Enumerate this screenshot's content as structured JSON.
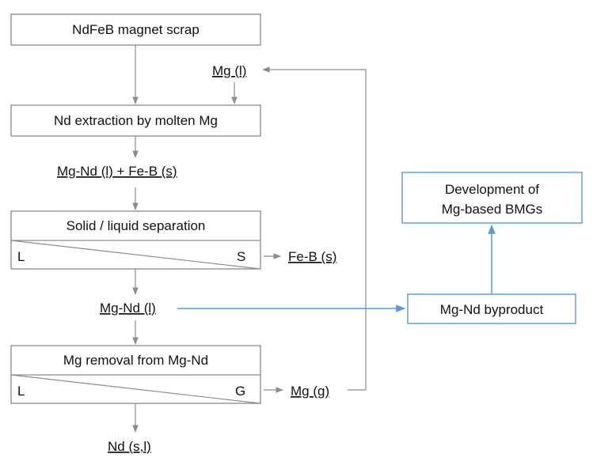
{
  "process": {
    "scrap": "NdFeB magnet scrap",
    "extraction": "Nd extraction by molten Mg",
    "mg_liquid": "Mg (l)",
    "mg_nd_feb": "Mg-Nd  (l) + Fe-B (s)",
    "separation": "Solid / liquid separation",
    "sep_left": "L",
    "sep_right": "S",
    "feb_solid": "Fe-B (s)",
    "mg_nd_liquid": "Mg-Nd  (l)",
    "removal": "Mg removal from Mg-Nd",
    "rem_left": "L",
    "rem_right": "G",
    "mg_gas": "Mg (g)",
    "nd_product": "Nd (s,l)"
  },
  "branch": {
    "byproduct": "Mg-Nd byproduct",
    "development_line1": "Development of",
    "development_line2": "Mg-based BMGs"
  },
  "colors": {
    "process_stroke": "#7f7f7f",
    "connector": "#8c8c8c",
    "branch_blue": "#5b9bd5"
  }
}
